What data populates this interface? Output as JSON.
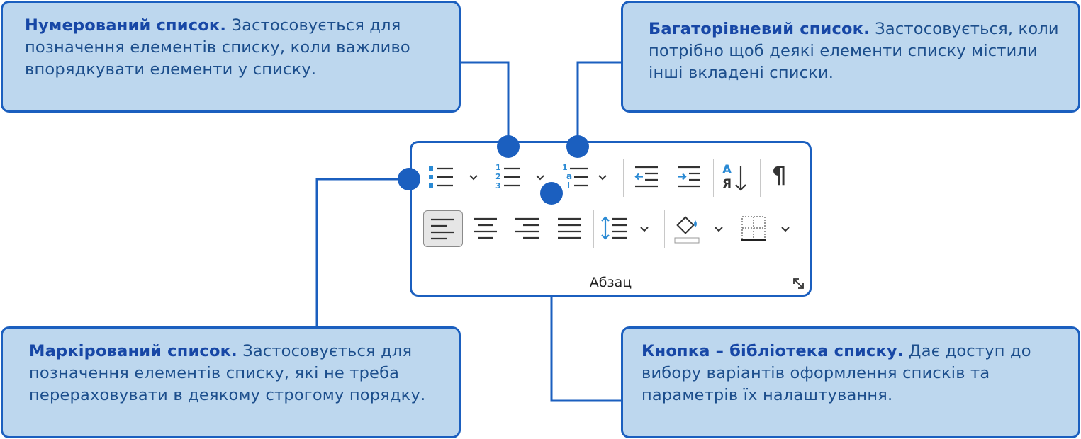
{
  "callouts": {
    "numbered": {
      "title": "Нумерований список.",
      "text": "Застосовується для позначення елементів списку, коли важливо впорядкувати елементи у списку."
    },
    "multilevel": {
      "title": "Багаторівневий список.",
      "text": "Застосовується, коли потрібно щоб деякі елементи списку містили інші вкладені списки."
    },
    "bulleted": {
      "title": "Маркірований список.",
      "text": "Застосовується для позначення елементів списку, які не треба перераховувати в деякому строгому порядку."
    },
    "library": {
      "title": "Кнопка – бібліотека списку.",
      "text": "Дає доступ до вибору варіантів оформлення списків та параметрів їх налаштування."
    }
  },
  "ribbon": {
    "group_label": "Абзац",
    "sort_glyph_top": "А",
    "sort_glyph_bottom": "Я",
    "pilcrow": "¶",
    "numbers": [
      "1",
      "2",
      "3"
    ],
    "multilevel_marks": [
      "1",
      "a",
      "i"
    ]
  },
  "icons": {
    "bullets": "bulleted-list-icon",
    "numbering": "numbered-list-icon",
    "multilevel": "multilevel-list-icon",
    "decrease_indent": "decrease-indent-icon",
    "increase_indent": "increase-indent-icon",
    "sort": "sort-icon",
    "show_marks": "pilcrow-icon",
    "align_left": "align-left-icon",
    "center": "align-center-icon",
    "align_right": "align-right-icon",
    "justify": "justify-icon",
    "line_spacing": "line-spacing-icon",
    "shading": "shading-icon",
    "borders": "borders-icon",
    "dialog_launcher": "dialog-launcher-icon"
  },
  "colors": {
    "accent": "#1b5fbf",
    "callout_fill": "#bdd7ee",
    "icon_blue": "#2a8ad4"
  }
}
